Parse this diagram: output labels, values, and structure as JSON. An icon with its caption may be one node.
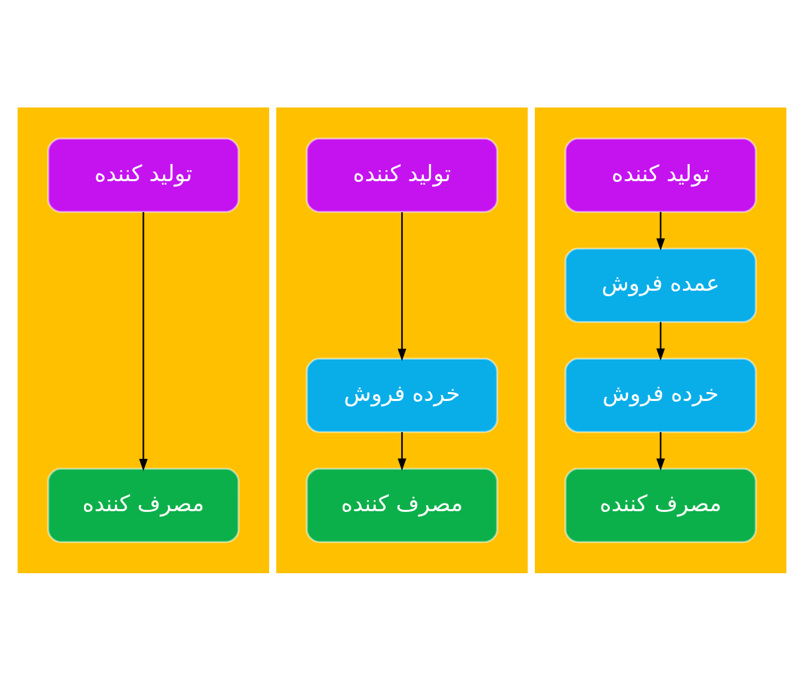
{
  "diagram": {
    "nodes": [
      {
        "text": [],
        "shape": "box"
      },
      {
        "text": [],
        "shape": "box"
      },
      {
        "text": [],
        "shape": "box"
      },
      {
        "text": [
          "تولید کننده"
        ],
        "in": 0
      },
      {
        "text": [
          "مصرف کننده"
        ],
        "in": 0
      },
      {
        "text": [
          "تولید کننده"
        ],
        "in": 1
      },
      {
        "text": [
          "خرده فروش"
        ],
        "in": 1
      },
      {
        "text": [
          "مصرف کننده"
        ],
        "in": 1
      },
      {
        "text": [
          "تولید کننده"
        ],
        "in": 2
      },
      {
        "text": [
          "عمده فروش"
        ],
        "in": 2
      },
      {
        "text": [
          "خرده فروش"
        ],
        "in": 2
      },
      {
        "text": [
          "مصرف کننده"
        ],
        "in": 2
      }
    ],
    "edges": [
      {
        "from": 3,
        "to": 4,
        "arrow": "to"
      },
      {
        "from": 5,
        "to": 6,
        "arrow": "to"
      },
      {
        "from": 6,
        "to": 7,
        "arrow": "to"
      },
      {
        "from": 8,
        "to": 9,
        "arrow": "to"
      },
      {
        "from": 9,
        "to": 10,
        "arrow": "to"
      },
      {
        "from": 10,
        "to": 11,
        "arrow": "to"
      }
    ]
  }
}
